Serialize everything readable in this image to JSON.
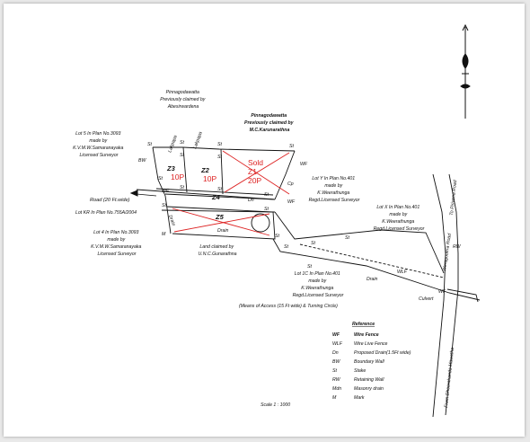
{
  "top_notes": {
    "pinnagodawatta_left": [
      "Pinnagodawatta",
      "Previously claimed by",
      "Abesirwardena"
    ],
    "pinnagodawatta_right": [
      "Pinnagodawatta",
      "Previously claimed by",
      "M.C.Karunarathna"
    ]
  },
  "lots": {
    "z1": {
      "id": "Z1",
      "status": "Sold",
      "perches": "20P"
    },
    "z2": {
      "id": "Z2",
      "perches": "10P"
    },
    "z3": {
      "id": "Z3",
      "perches": "10P"
    },
    "z4": {
      "id": "Z4"
    },
    "z5": {
      "id": "Z5"
    }
  },
  "neighbours": {
    "lot5": [
      "Lot 5 In Plan No.3093",
      "made by",
      "K.V.M.W.Samaranayaka",
      "Licensed Surveyor"
    ],
    "lotY": [
      "Lot Y In Plan No.401",
      "made by",
      "K.Weerathunga",
      "Regd.Licensed Surveyor"
    ],
    "lotKR": "Lot KR In Plan No.755A/2004",
    "lot4": [
      "Lot 4 In Plan No.3093",
      "made by",
      "K.V.M.W.Samaranayaka",
      "Licensed Surveyor"
    ],
    "land_claimed": [
      "Land claimed by",
      "U.N.C.Gunarathna"
    ],
    "lotX": [
      "Lot X In Plan No.401",
      "made by",
      "K.Weerathunga",
      "Regd.Licensed Surveyor"
    ],
    "lot1C": [
      "Lot 1C In Plan No.401",
      "made by",
      "K.Weerathunga",
      "Regd.Licensed Surveyor"
    ],
    "access_note": "(Means of Access (15 Ft wide) & Turning Circle)"
  },
  "roads": {
    "road_20ft": "Road (20 Ft.wide)",
    "weragodera": "Weragodera Road",
    "to_pirivena": "To Pirivena Road",
    "from_dheerakanda": "From Dheerakanda Mawatha",
    "culvert": "Culvert",
    "drain": "Drain",
    "lakpapa": "Lakpapa"
  },
  "marks": {
    "st": "St",
    "wf": "WF",
    "wlf": "WLF",
    "bw": "BW",
    "dn": "Dn",
    "m": "M",
    "rw": "RW",
    "cp": "Cp"
  },
  "reference": {
    "title": "Reference",
    "items": [
      {
        "code": "WF",
        "desc": "Wire Fence"
      },
      {
        "code": "WLF",
        "desc": "Wire Live Fence"
      },
      {
        "code": "Dn",
        "desc": "Proposed Drain(1.5Ft wide)"
      },
      {
        "code": "BW",
        "desc": "Boundary Wall"
      },
      {
        "code": "St",
        "desc": "Stake"
      },
      {
        "code": "RW",
        "desc": "Retaining Wall"
      },
      {
        "code": "Mdn",
        "desc": "Masonry drain"
      },
      {
        "code": "M",
        "desc": "Mark"
      }
    ]
  },
  "scale": "Scale 1 : 1000"
}
